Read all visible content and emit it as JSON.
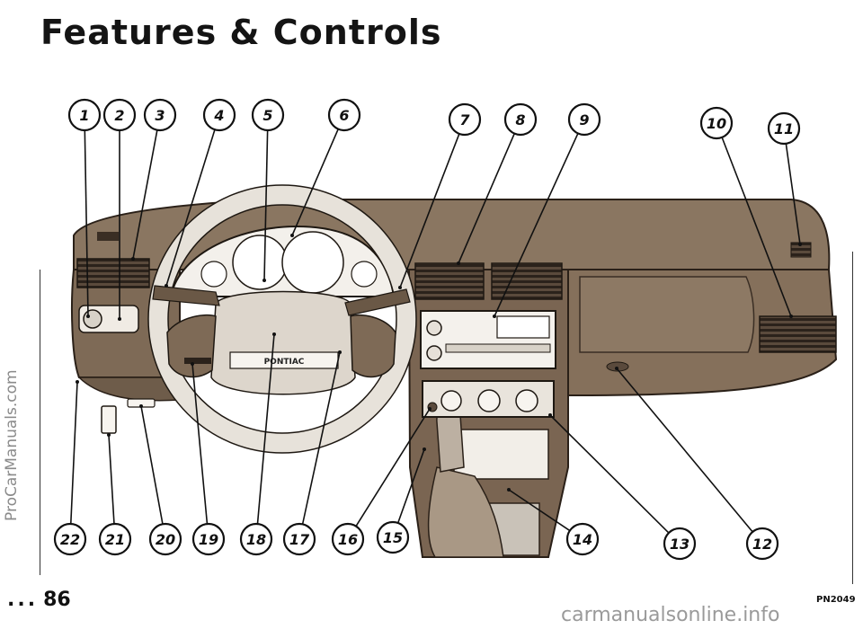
{
  "page": {
    "title": "Features & Controls",
    "page_number": "86",
    "page_dots": "...",
    "figure_code": "PN2049",
    "side_watermark": "ProCarManuals.com",
    "bottom_watermark": "carmanualsonline.info"
  },
  "figure": {
    "wheel_badge": "PONTIAC",
    "callouts": [
      {
        "n": "1"
      },
      {
        "n": "2"
      },
      {
        "n": "3"
      },
      {
        "n": "4"
      },
      {
        "n": "5"
      },
      {
        "n": "6"
      },
      {
        "n": "7"
      },
      {
        "n": "8"
      },
      {
        "n": "9"
      },
      {
        "n": "10"
      },
      {
        "n": "11"
      },
      {
        "n": "12"
      },
      {
        "n": "13"
      },
      {
        "n": "14"
      },
      {
        "n": "15"
      },
      {
        "n": "16"
      },
      {
        "n": "17"
      },
      {
        "n": "18"
      },
      {
        "n": "19"
      },
      {
        "n": "20"
      },
      {
        "n": "21"
      },
      {
        "n": "22"
      }
    ]
  }
}
